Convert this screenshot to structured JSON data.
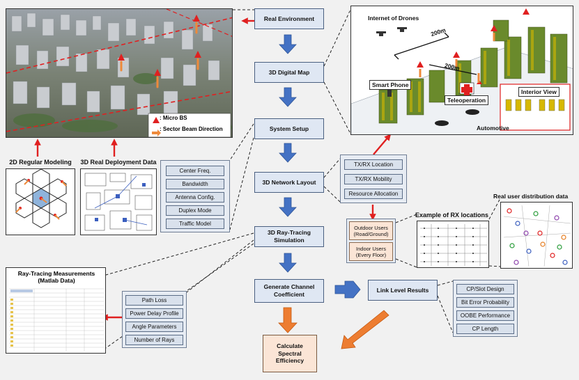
{
  "flow": {
    "real_environment": "Real Environment",
    "digital_map": "3D Digital Map",
    "system_setup": "System Setup",
    "network_layout": "3D Network Layout",
    "ray_tracing": "3D Ray-Tracing Simulation",
    "channel_coefficient": "Generate Channel Coefficient",
    "spectral_efficiency": "Calculate Spectral Efficiency",
    "link_level": "Link Level Results"
  },
  "photo": {
    "legend_micro_bs": ": Micro BS",
    "legend_sector_beam": ": Sector Beam Direction"
  },
  "modeling": {
    "regular_label": "2D Regular Modeling",
    "real_label": "3D Real Deployment Data"
  },
  "system_params": [
    "Center Freq.",
    "Bandwidth",
    "Antenna Config.",
    "Duplex Mode",
    "Traffic Model"
  ],
  "network_params": [
    "TX/RX Location",
    "TX/RX Mobility",
    "Resource Allocation"
  ],
  "users": {
    "outdoor": "Outdoor Users (Road/Ground)",
    "indoor": "Indoor Users (Every Floor)"
  },
  "rx_locations_label": "Example of RX locations",
  "user_distribution_label": "Real user distribution data",
  "city3d": {
    "internet_of_drones": "Internet of Drones",
    "dist_top": "200m",
    "dist_side": "200m",
    "smart_phone": "Smart Phone",
    "teleoperation": "Teleoperation",
    "automotive": "Automotive",
    "interior_view": "Interior View"
  },
  "ray_outputs": [
    "Path Loss",
    "Power Delay Profile",
    "Angle Parameters",
    "Number of Rays"
  ],
  "link_results": [
    "CP/Slot Design",
    "Bit Error Probability",
    "OOBE Performance",
    "CP Length"
  ],
  "measurements": {
    "title": "Ray-Tracing Measurements (Matlab Data)"
  },
  "colors": {
    "flow_arrow": "#4472c4",
    "final_arrow": "#ed7d31",
    "red_arrow": "#e02020",
    "box_fill": "#dfe7f3",
    "user_box_fill": "#fbe5d6"
  }
}
